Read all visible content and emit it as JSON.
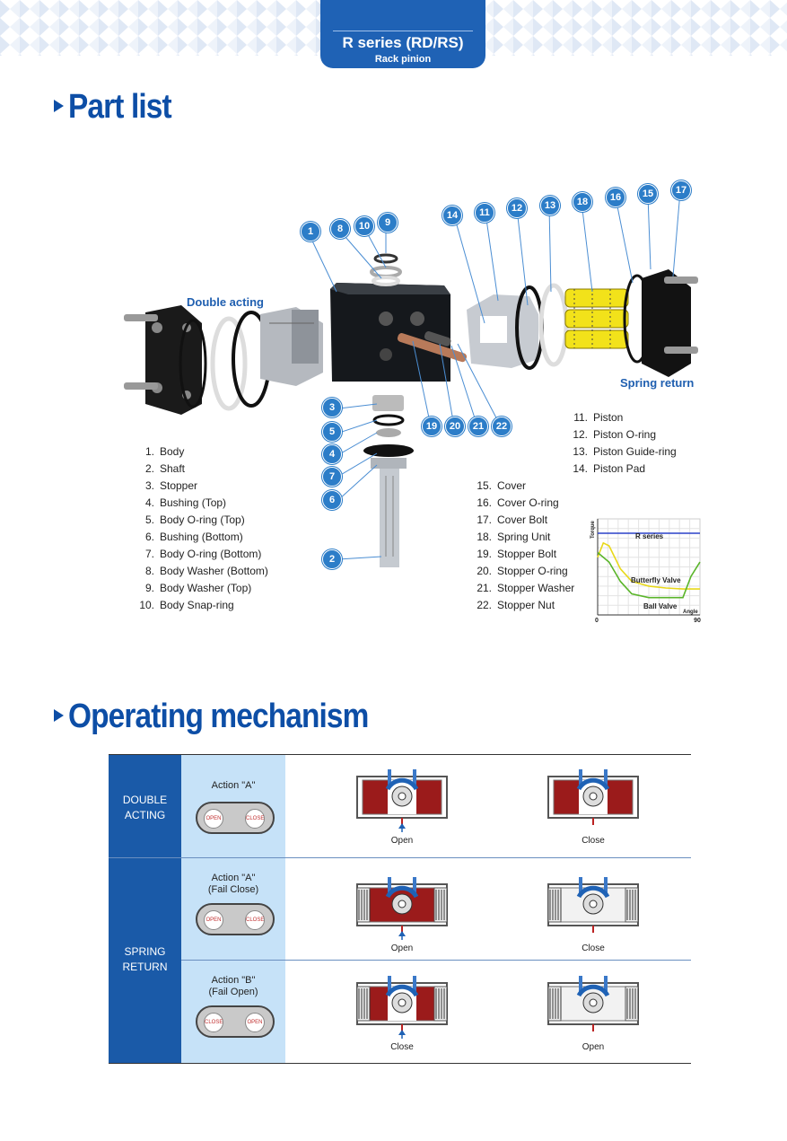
{
  "header": {
    "series_title": "R series (RD/RS)",
    "series_subtitle": "Rack pinion"
  },
  "part_list": {
    "title": "Part list",
    "double_acting_label": "Double acting",
    "spring_return_label": "Spring return",
    "badges": [
      "1",
      "2",
      "3",
      "4",
      "5",
      "6",
      "7",
      "8",
      "9",
      "10",
      "11",
      "12",
      "13",
      "14",
      "15",
      "16",
      "17",
      "18",
      "19",
      "20",
      "21",
      "22"
    ],
    "parts_left": [
      {
        "num": "1.",
        "name": "Body"
      },
      {
        "num": "2.",
        "name": "Shaft"
      },
      {
        "num": "3.",
        "name": "Stopper"
      },
      {
        "num": "4.",
        "name": "Bushing (Top)"
      },
      {
        "num": "5.",
        "name": "Body O-ring (Top)"
      },
      {
        "num": "6.",
        "name": "Bushing (Bottom)"
      },
      {
        "num": "7.",
        "name": "Body O-ring (Bottom)"
      },
      {
        "num": "8.",
        "name": "Body Washer (Bottom)"
      },
      {
        "num": "9.",
        "name": "Body Washer (Top)"
      },
      {
        "num": "10.",
        "name": "Body Snap-ring"
      }
    ],
    "parts_middle": [
      {
        "num": "15.",
        "name": "Cover"
      },
      {
        "num": "16.",
        "name": "Cover O-ring"
      },
      {
        "num": "17.",
        "name": "Cover Bolt"
      },
      {
        "num": "18.",
        "name": "Spring Unit"
      },
      {
        "num": "19.",
        "name": "Stopper Bolt"
      },
      {
        "num": "20.",
        "name": "Stopper O-ring"
      },
      {
        "num": "21.",
        "name": "Stopper Washer"
      },
      {
        "num": "22.",
        "name": "Stopper Nut"
      }
    ],
    "parts_right": [
      {
        "num": "11.",
        "name": "Piston"
      },
      {
        "num": "12.",
        "name": "Piston O-ring"
      },
      {
        "num": "13.",
        "name": "Piston Guide-ring"
      },
      {
        "num": "14.",
        "name": "Piston Pad"
      }
    ]
  },
  "torque_chart": {
    "ylabel": "Torque",
    "xlabel": "Angle",
    "x_min_label": "0",
    "x_max_label": "90",
    "series_r": "R series",
    "series_butterfly": "Butterfly Valve",
    "series_ball": "Ball Valve"
  },
  "chart_data": {
    "type": "line",
    "title": "",
    "xlabel": "Angle",
    "ylabel": "Torque",
    "xlim": [
      0,
      90
    ],
    "ylim": [
      0,
      100
    ],
    "series": [
      {
        "name": "R series",
        "x": [
          0,
          90
        ],
        "y": [
          85,
          85
        ]
      },
      {
        "name": "Butterfly Valve",
        "x": [
          0,
          5,
          10,
          20,
          30,
          45,
          60,
          75,
          90
        ],
        "y": [
          60,
          75,
          72,
          48,
          35,
          30,
          28,
          27,
          27
        ]
      },
      {
        "name": "Ball Valve",
        "x": [
          0,
          10,
          20,
          30,
          45,
          60,
          75,
          82,
          90
        ],
        "y": [
          65,
          55,
          35,
          22,
          18,
          18,
          18,
          40,
          55
        ]
      }
    ]
  },
  "mechanism": {
    "title": "Operating mechanism",
    "rows": [
      {
        "category": "DOUBLE\nACTING",
        "action": "Action \"A\"",
        "btn_left": "OPEN",
        "btn_right": "CLOSE",
        "cap_left": "Open",
        "cap_right": "Close"
      },
      {
        "category": "SPRING\nRETURN",
        "action": "Action \"A\"\n(Fail Close)",
        "btn_left": "OPEN",
        "btn_right": "CLOSE",
        "cap_left": "Open",
        "cap_right": "Close"
      },
      {
        "category": "",
        "action": "Action \"B\"\n(Fail Open)",
        "btn_left": "CLOSE",
        "btn_right": "OPEN",
        "cap_left": "Close",
        "cap_right": "Open"
      }
    ]
  },
  "colors": {
    "brand_blue": "#0d4ea6",
    "tab_blue": "#1f62b5",
    "cell_light": "#c6e2f8",
    "piston_red": "#9b1b1b",
    "spring_yellow": "#f2e21a"
  }
}
